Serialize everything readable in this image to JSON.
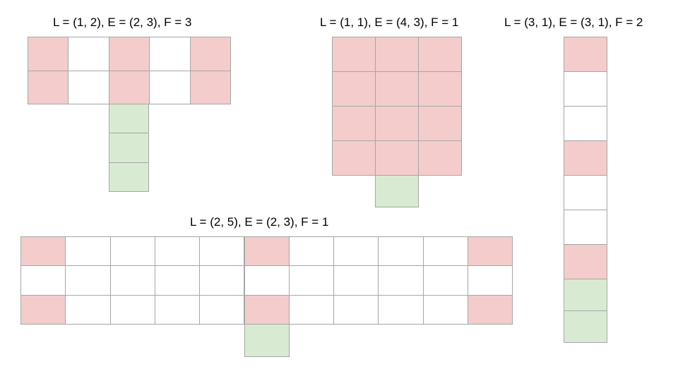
{
  "colors": {
    "filled": "#f4cccc",
    "extra": "#d9ead3",
    "empty": "#ffffff",
    "border": "#a6a6a6"
  },
  "diagrams": [
    {
      "title": "L = (1, 2), E = (2, 3), F = 3",
      "grid": [
        [
          "filled",
          "empty",
          "filled",
          "empty",
          "filled"
        ],
        [
          "filled",
          "empty",
          "filled",
          "empty",
          "filled"
        ]
      ],
      "extra_count": 3
    },
    {
      "title": "L = (1, 1), E = (4, 3), F = 1",
      "grid": [
        [
          "filled",
          "filled",
          "filled"
        ],
        [
          "filled",
          "filled",
          "filled"
        ],
        [
          "filled",
          "filled",
          "filled"
        ],
        [
          "filled",
          "filled",
          "filled"
        ]
      ],
      "extra_count": 1
    },
    {
      "title": "L = (3, 1), E = (3, 1), F = 2",
      "grid": [
        [
          "filled"
        ],
        [
          "empty"
        ],
        [
          "empty"
        ],
        [
          "filled"
        ],
        [
          "empty"
        ],
        [
          "empty"
        ],
        [
          "filled"
        ]
      ],
      "extra_count": 2
    },
    {
      "title": "L = (2, 5), E = (2, 3), F = 1",
      "grid": [
        [
          "filled",
          "empty",
          "empty",
          "empty",
          "empty",
          "filled",
          "empty",
          "empty",
          "empty",
          "empty",
          "filled"
        ],
        [
          "empty",
          "empty",
          "empty",
          "empty",
          "empty",
          "empty",
          "empty",
          "empty",
          "empty",
          "empty",
          "empty"
        ],
        [
          "filled",
          "empty",
          "empty",
          "empty",
          "empty",
          "filled",
          "empty",
          "empty",
          "empty",
          "empty",
          "filled"
        ]
      ],
      "extra_count": 1
    }
  ]
}
